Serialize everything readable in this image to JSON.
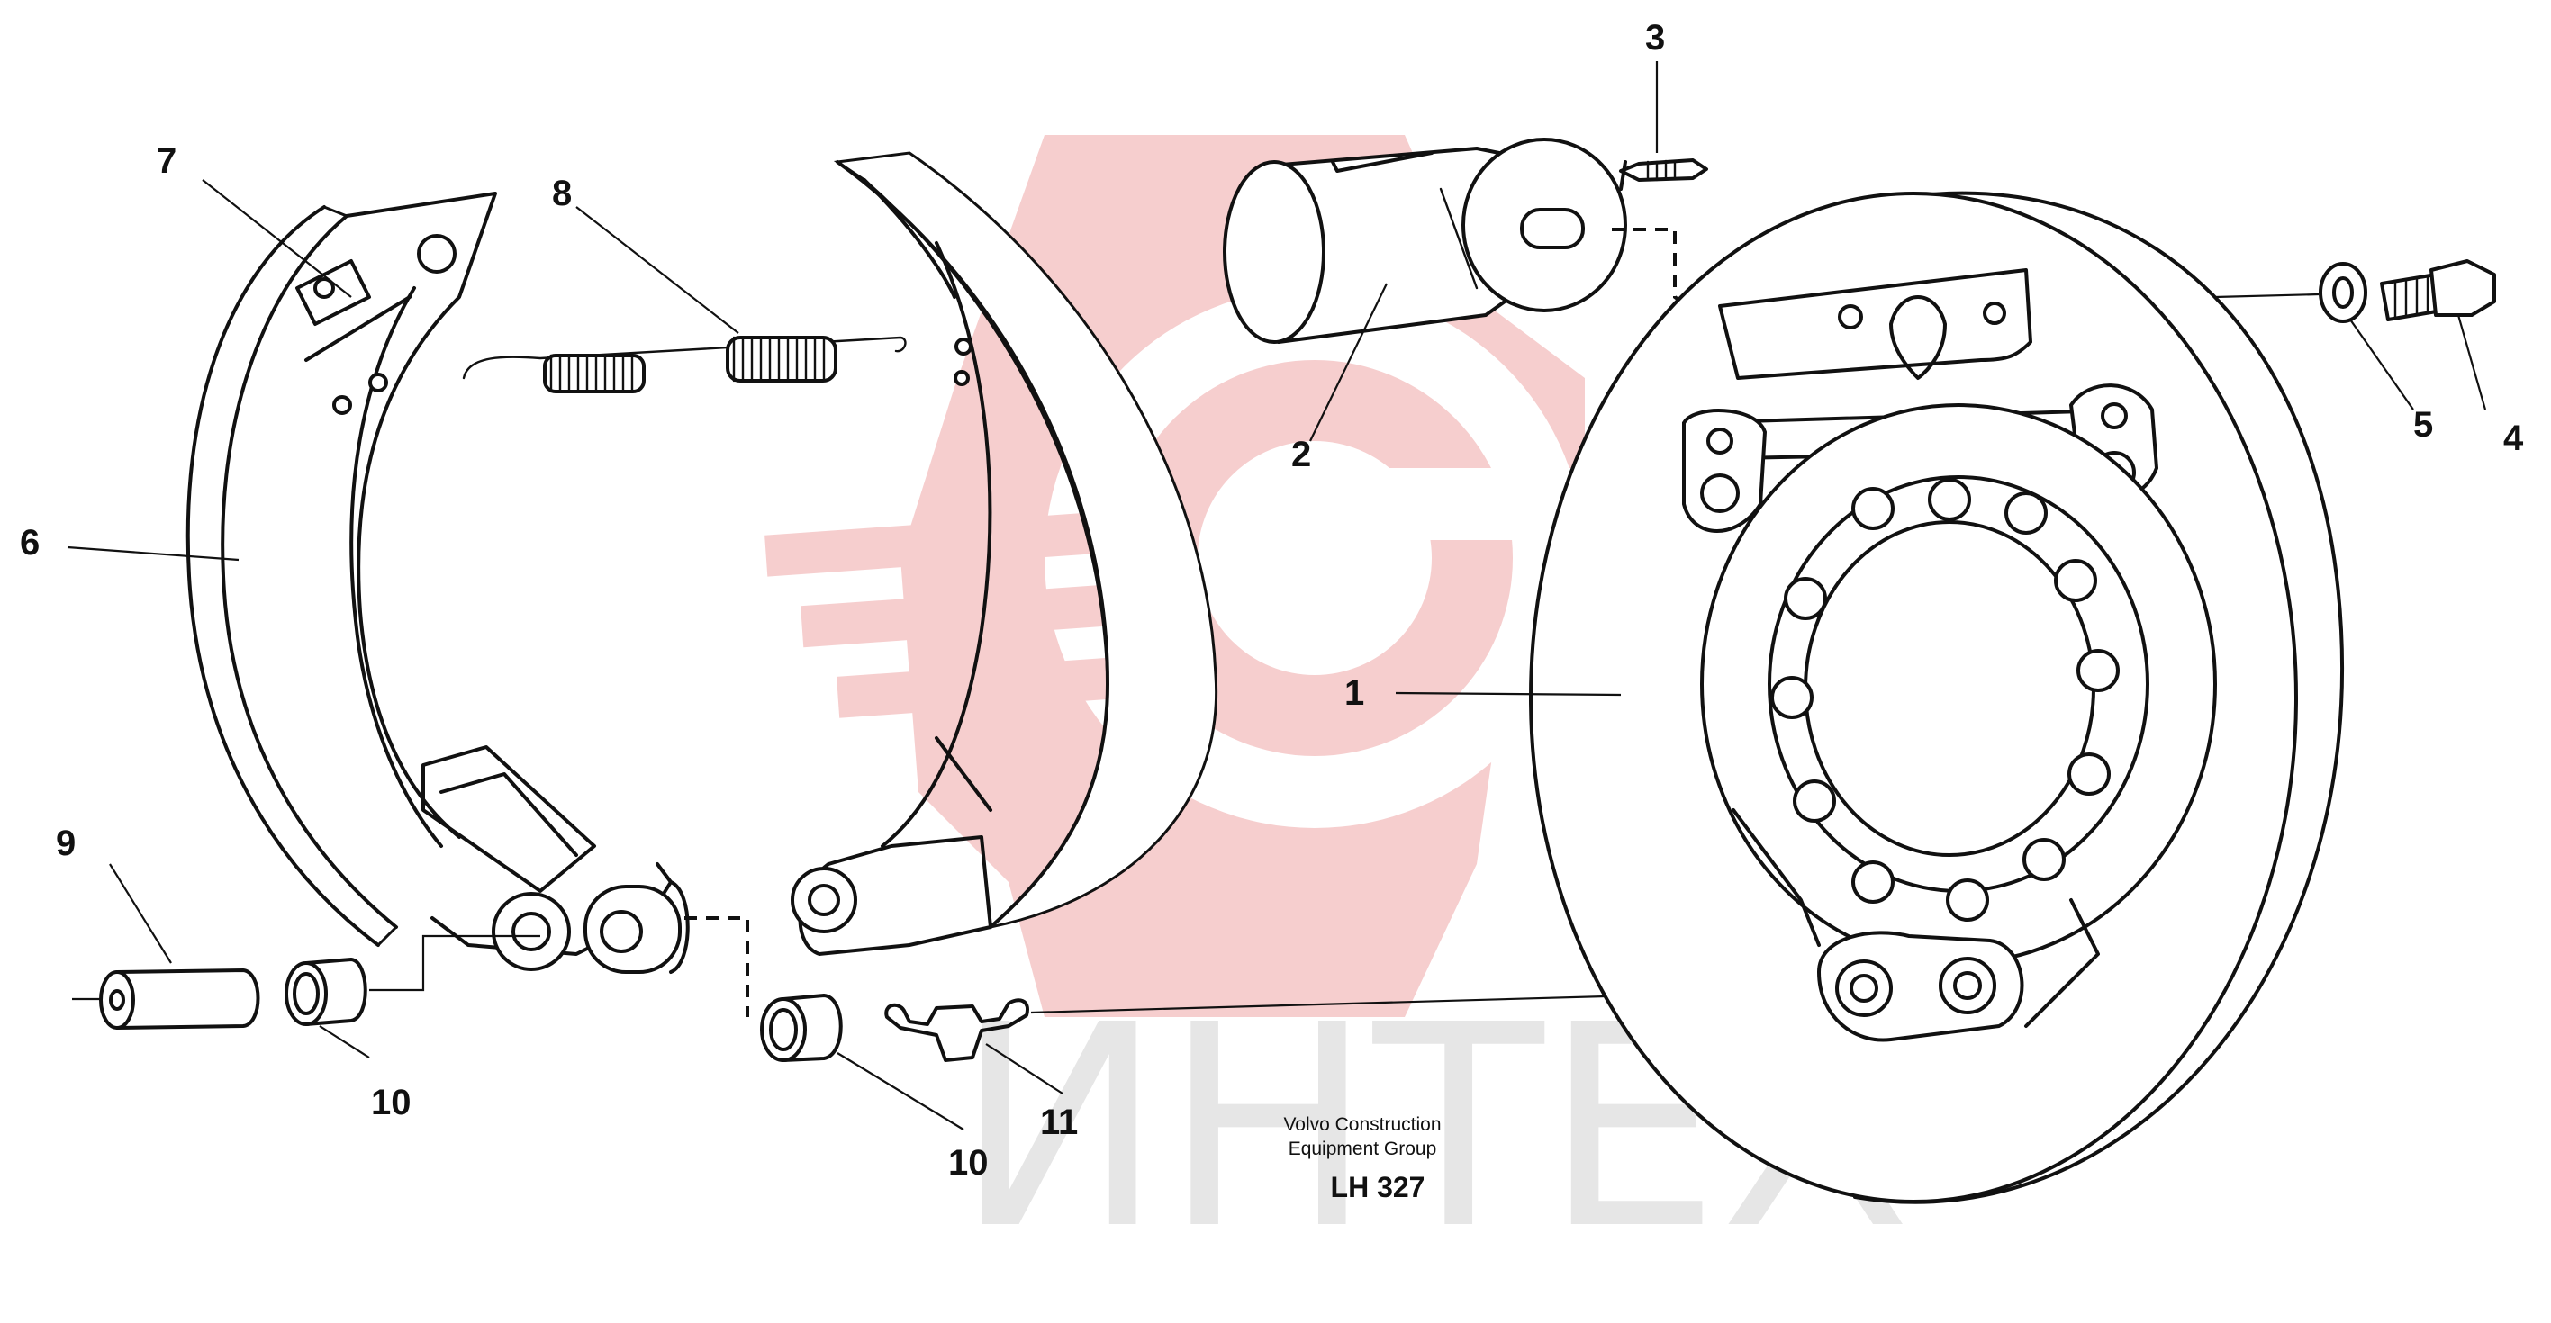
{
  "watermark": {
    "text": "ИНТЕХ",
    "logo_color": "#f2b3b3",
    "text_color": "#e6e6e6"
  },
  "callouts": [
    {
      "id": "1",
      "label": "1"
    },
    {
      "id": "2",
      "label": "2"
    },
    {
      "id": "3",
      "label": "3"
    },
    {
      "id": "4",
      "label": "4"
    },
    {
      "id": "5",
      "label": "5"
    },
    {
      "id": "6",
      "label": "6"
    },
    {
      "id": "7",
      "label": "7"
    },
    {
      "id": "8",
      "label": "8"
    },
    {
      "id": "9",
      "label": "9"
    },
    {
      "id": "10a",
      "label": "10"
    },
    {
      "id": "10b",
      "label": "10"
    },
    {
      "id": "11",
      "label": "11"
    }
  ],
  "caption": {
    "line1": "Volvo Construction",
    "line2": "Equipment Group",
    "code": "LH 327"
  },
  "colors": {
    "line": "#111111",
    "background": "#ffffff"
  }
}
